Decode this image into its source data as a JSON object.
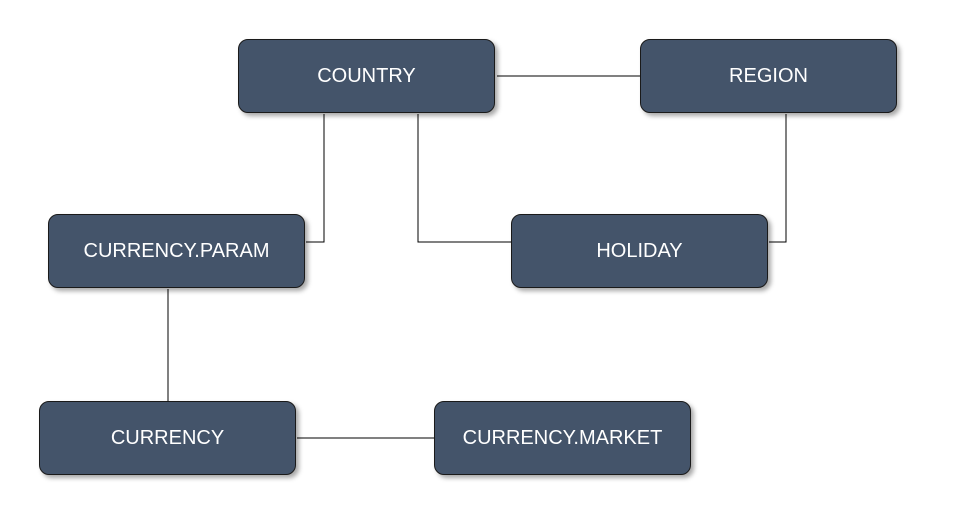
{
  "nodes": {
    "country": "COUNTRY",
    "region": "REGION",
    "currency_param": "CURRENCY.PARAM",
    "holiday": "HOLIDAY",
    "currency": "CURRENCY",
    "currency_market": "CURRENCY.MARKET"
  },
  "edges": [
    [
      "COUNTRY",
      "REGION"
    ],
    [
      "COUNTRY",
      "CURRENCY.PARAM"
    ],
    [
      "COUNTRY",
      "HOLIDAY"
    ],
    [
      "REGION",
      "HOLIDAY"
    ],
    [
      "CURRENCY.PARAM",
      "CURRENCY"
    ],
    [
      "CURRENCY",
      "CURRENCY.MARKET"
    ]
  ],
  "colors": {
    "node_fill": "#44546a",
    "edge": "#000000"
  }
}
